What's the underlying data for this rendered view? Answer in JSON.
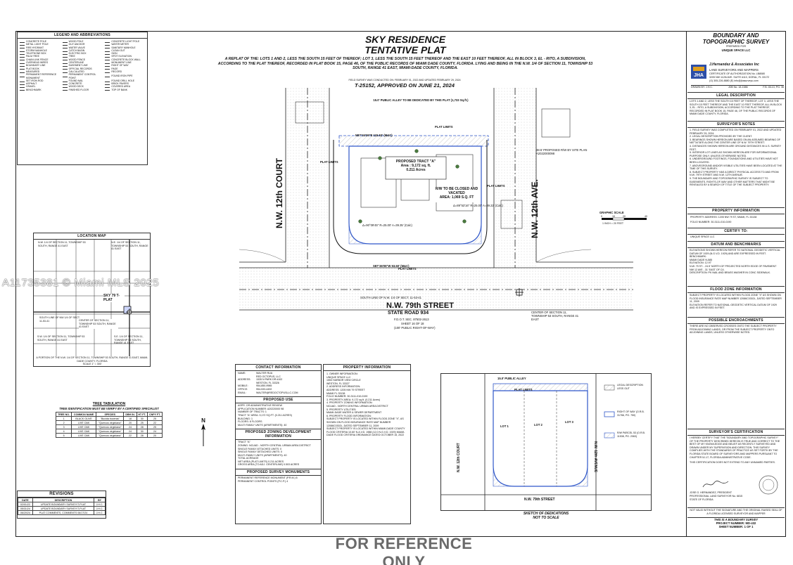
{
  "title": {
    "line1": "SKY RESIDENCE",
    "line2": "TENTATIVE PLAT",
    "subtitle": "A REPLAT OF THE: LOTS 1 AND 2, LESS THE SOUTH 15 FEET OF THEREOF; LOT 3, LESS THE SOUTH 15 FEET THEREOF AND THE EAST 10 FEET THEREOF, ALL IN BLOCK 3, EL - RITO, A SUBDIVISION, ACCORDING TO THE PLAT THEREOF, RECORDED IN PLAT BOOK 15, PAGE 46, OF THE PUBLIC RECORDS OF MIAMI DADE COUNTY, FLORIDA. LYING AND BEING IN THE N.W. 1/4 OF SECTION 11, TOWNSHIP 53 SOUTH, RANGE 41 EAST, MIAMI-DADE COUNTY, FLORIDA.",
    "field_note": "FIELD SURVEY WAS CONDUCTED ON: FEBRUARY 01, 2022 AND UPDATED FEBRUARY 29, 2024",
    "approved": "T-25152, APPROVED ON JUNE 21, 2024"
  },
  "footer": {
    "reference": "FOR REFERENCE ONLY",
    "watermark": "A11735381 © Miami MLS 2025"
  },
  "legend": {
    "title": "LEGEND AND ABBREVIATIONS",
    "items": [
      "CONCRETE POLE",
      "WOOD POLE",
      "CONCRETE LIGHT POLE",
      "METAL LIGHT POLE",
      "GUY ANCHOR",
      "WATER METER",
      "FIRE HYDRANT",
      "WATER VALVE",
      "SANITARY MANHOLE",
      "STORM MANHOLE",
      "CATCH BASIN",
      "CLEAN OUT",
      "TELEPHONE BOX",
      "ELECTRIC BOX",
      "SIGN",
      "PALM TREE",
      "TREE",
      "SPOT ELEVATION",
      "CHAIN LINK FENCE",
      "WOOD FENCE",
      "CONCRETE BLOCK WALL",
      "OVERHEAD WIRES",
      "CENTERLINE",
      "MONUMENT LINE",
      "BOUNDARY LINE",
      "EASEMENT LINE",
      "RIGHT OF WAY",
      "PLAT BOOK",
      "OFFICIAL RECORDS",
      "PAGE",
      "MEASURED",
      "CALCULATED",
      "RECORD",
      "PERMANENT REFERENCE MONUMENT",
      "PERMANENT CONTROL POINT",
      "FOUND IRON PIPE",
      "SET IRON ROD",
      "FOUND NAIL",
      "FOUND DRILL HOLE",
      "ASPHALT",
      "CONCRETE",
      "BRICK PAVERS",
      "GRAVEL",
      "WOOD DECK",
      "COVERED AREA",
      "BENCHMARK",
      "FINISHED FLOOR",
      "TOP OF BANK"
    ]
  },
  "location_map": {
    "title": "LOCATION MAP",
    "labels": [
      "N.W. 1/4 OF SECTION 11, TOWNSHIP 53 SOUTH, RANGE 41 EAST",
      "N.E. 1/4 OF SECTION 11, TOWNSHIP 53 SOUTH, RANGE 41 EAST",
      "SKY 79 T-PLAT",
      "S.W. 1/4 OF SECTION 11, TOWNSHIP 53 SOUTH, RANGE 41 EAST",
      "S.E. 1/4 OF SECTION 11, TOWNSHIP 53 SOUTH, RANGE 41 EAST",
      "CENTER OF SECTION 11, TOWNSHIP 53 SOUTH, RANGE 41 EAST",
      "SOUTH LINE OF NW 1/4 OF SECT. 11-53-41"
    ],
    "caption": "A PORTION OF THE N.W. 1/4 OF SECTION 11, TOWNSHIP 53 SOUTH, RANGE 41 EAST, MIAMI-DADE COUNTY, FLORIDA",
    "scale": "SCALE 1\" = 300'"
  },
  "tree_table": {
    "title": "TREE TABULATION",
    "note": "TREE IDENTIFICATION MUST BE VERIFY BY A CERTIFIED SPECIALIST",
    "headers": [
      "TREE NO.",
      "COMMON NAME",
      "SPECIES",
      "DBH IN.",
      "HT FT.",
      "CNPY FT."
    ],
    "rows": [
      [
        "1",
        "BLACK OLIVE",
        "\"Bucida buceras\"",
        "18",
        "30",
        "25"
      ],
      [
        "2",
        "LIVE OAK",
        "\"Quercus virginiana\"",
        "20",
        "25",
        "22"
      ],
      [
        "3",
        "LIVE OAK",
        "\"Quercus virginiana\"",
        "24",
        "28",
        "25"
      ],
      [
        "4",
        "LIVE OAK",
        "\"Quercus virginiana\"",
        "24",
        "30",
        "24"
      ],
      [
        "5",
        "LIVE OAK",
        "\"Quercus virginiana\"",
        "22",
        "28",
        "20"
      ]
    ]
  },
  "revisions": {
    "title": "REVISIONS",
    "headers": [
      "DATE",
      "DESCRIPTION",
      "BY"
    ],
    "rows": [
      [
        "02/01/22",
        "UPDATE BOUNDARY SURVEY/T-PLAT",
        "J.H.C."
      ],
      [
        "05/31/24",
        "UPDATE BOUNDARY SURVEY/T-PLAT",
        "J.H.C."
      ],
      [
        "06/20/24",
        "PLAT COMMENTS, COMMENTS 06/17/24",
        "J.H.C."
      ]
    ]
  },
  "contact": {
    "title": "CONTACT INFORMATION",
    "rows": [
      [
        "NAME:",
        "WALTER RUA"
      ],
      [
        "",
        "RED OCTOPUS, LLC"
      ],
      [
        "ADDRESS:",
        "1535 N PARK DR #102"
      ],
      [
        "",
        "WESTON, FL 33326"
      ],
      [
        "MOBILE:",
        "954-850-9985"
      ],
      [
        "OFFICE:",
        "954-533-4492"
      ],
      [
        "EMAIL:",
        "WALTER@REDOCTOPUSLLC.COM"
      ]
    ]
  },
  "proposed_use": {
    "title": "PROPOSED USE",
    "lines": [
      "ASPR. OR ADMINISTRATIVE REVIEW",
      "APPLICATION NUMBER: A20220000 98",
      "NUMBER OF TRACTS: 1",
      "TRACT \"A\" AREA: 9,172 SQ.FT. (0.211 ACRES)",
      "BUILDING: 1",
      "FLOORS: 8 FLOORS",
      "MULTI FAMILY UNITS (APARTMENTS): 40"
    ]
  },
  "zoning": {
    "title": "PROPOSED ZONING DEVELOPMENT INFORMATION",
    "lines": [
      "TRACT \"A\"",
      "ZONING: NCUAD - NORTH CENTRAL URBAN AREA DISTRICT",
      "SINGLE FAMILY ATTACHED UNITS: 0",
      "SINGLE FAMILY DETACHED UNITS: 0",
      "MULTI-FAMILY UNITS (APARTMENTS): 40",
      "TOTAL ACREAGE",
      "NET AREA (PLAT LIMITS) 0.211 ACRES",
      "GROSS AREA (TO ADJ. CENTERLINE) 0.503 ACRES"
    ]
  },
  "monuments": {
    "title": "PROPOSED SURVEY MONUMENTS",
    "lines": [
      "PERMANENT REFERENCE MONUMENT (P.R.M.) 6",
      "PERMANENT CONTROL POINTS (P.C.P.) 4"
    ]
  },
  "property_info": {
    "title": "PROPERTY INFORMATION",
    "lines": [
      "1. OWNER INFORMATION:",
      "UNIQUE SPACE LLC",
      "1553 HARBOR VIEW CIRCLE",
      "WESTON, FL 33327",
      "2. ADDRESS INFORMATION:",
      "ADDRESS: 1205 NW 79 STREET",
      "MIAMI FL 33138",
      "FOLIO NUMBER: 30-3111-010-0190",
      "3. PROPERTY AREA: 9,172 sq.ft. (0.211 Acres)",
      "4. PROPERTY ZONING INFORMATION:",
      "NCUAD - NORTH CENTRAL URBAN AREA DISTRICT",
      "5. PROPERTY UTILITIES:",
      "MIAMI-DADE WATER & SEWER DEPARTMENT",
      "6. PROPERTY FLOOD INFORMATION:",
      "SUBJECT PROPERTY IS LOCATED WITHIN FLOOD ZONE \"X\", AS SHOWN ON FLOOD INSURANCE RATE MAP NUMBER 12086C0302L, DATED SEPTEMBER 11, 2009",
      "SUBJECT PROPERTY IS LOCATED WITHIN MIAMI-DADE COUNTY FLOOD CRITERIA 10.60' N.A.V.D. 1988 (12.0 N.G.V.D. 1929) MIAMI-DADE FLOOD CRITERIA ORDINANCE DATED OCTOBER 15, 2022"
    ]
  },
  "dedications": {
    "caption1": "SKETCH OF DEDICATIONS",
    "caption2": "NOT TO SCALE",
    "labels": [
      "15.0' PUBLIC ALLEY",
      "PLAT LIMITS",
      "LOT 1",
      "LOT 2",
      "LOT 3",
      "N.W. 12th COURT",
      "N.W. 12th AVENUE",
      "N.W. 79th STREET",
      "LEGAL DESCRIPTION LESS OUT",
      "RIGHT OF WAY (O.R.B. 31766, PG. 750)",
      "R/W PARCEL 53 (O.R.B. 11538, PG. 2063)"
    ]
  },
  "plat": {
    "tract_label": "PROPOSED TRACT \"A\"",
    "tract_area": "Area : 9,172 sq. ft.",
    "tract_acres": "0.211 Acres",
    "rw_label": "R/W TO BE CLOSED AND VACATED",
    "rw_area": "AREA: 1,069 S.Q. FT",
    "alley_label": "15.0' PUBLIC ALLEY TO BE DEDICATED BY THIS PLAT (1,733 Sq.ft.)",
    "street_south": "N.W. 79th STREET",
    "state_road": "STATE ROAD 934",
    "fdot": "F.D.O.T. SEC. 87502-2613",
    "sheet_ref": "SHEET 16 OF 18",
    "row_width": "(100' PUBLIC RIGHT-OF-WAY)",
    "street_west": "N.W. 12th COURT",
    "street_east": "N.W. 12th AVE.",
    "plat_limits": "PLAT LIMITS",
    "bearing_top": "N87°34'36\"E 115.52' (M&C)",
    "bearing_bottom": "S87°36'05\"W 93.50' (M&C)",
    "proposed_rw": "38.5' PROPOSED R/W BY SITE PLAN A2022000098",
    "curve_west": "Δ=90°09'45\" R=25.00' A=39.35' (Calc)",
    "curve_east": "Δ=89°53'16\" R=25.00' A=39.22' (Calc)",
    "south_line": "SOUTH LINE OF N.W. 1/4 OF SECT. 11-53-41",
    "center_sect": "CENTER OF SECTION 11, TOWNSHIP 53 SOUTH, RANGE 41 EAST",
    "graphic_scale": "GRAPHIC SCALE",
    "scale_text": "1 INCH = 20 FEET",
    "scale_ticks": [
      "0",
      "10",
      "20",
      "40"
    ]
  },
  "title_block": {
    "heading1": "BOUNDARY AND",
    "heading2": "TOPOGRAPHIC SURVEY",
    "prepared_for": "PREPARED FOR",
    "client": "UNIQUE SPACE LLC",
    "company": "J.Hernandez & Associates Inc",
    "company_sub": "LAND SURVEYORS AND MAPPERS",
    "cert": "CERTIFICATE OF AUTHORIZATION No. LB8080",
    "address": "3205 NW 112th AVE. SUITE #110, DORAL, FL 33172",
    "phone": "(O) 305-226-8880 (E) info@jhasurveys.com",
    "drawn": "DRAWN BY: J.H.C.",
    "job": "JOB No. 18-1586",
    "fb": "F.B. 45-13, PG. 36"
  },
  "legal_description": {
    "title": "LEGAL DESCRIPTION",
    "text": "LOTS 1 AND 2, LESS THE SOUTH 15 FEET OF THEREOF; LOT 3, LESS THE SOUTH 15 FEET THEREOF AND THE EAST 10 FEET THEREOF, ALL IN BLOCK 3, EL - RITO, A SUBDIVISION, ACCORDING TO THE PLAT THEREOF, RECORDED IN PLAT BOOK 15, PAGE 46, OF THE PUBLIC RECORDS OF MIAMI DADE COUNTY, FLORIDA."
  },
  "surveyor_notes": {
    "title": "SURVEYOR'S NOTES",
    "items": [
      "1. FIELD SURVEY WAS COMPLETED ON FEBRUARY 01, 2022 AND UPDATED FEBRUARY 29, 2024.",
      "2. LEGAL DESCRIPTION PROVIDED BY THE CLIENT.",
      "3. BEARINGS SHOWN HEREON ARE BASED ON AN ASSUMED BEARING OF N87°34'36\"E ALONG THE CENTER LINE OF N.W. 79TH STREET.",
      "4. DISTANCES SHOWN HEREON ARE GROUND DISTANCES IN U.S. SURVEY FEET.",
      "5. INTERIOR LOT LINES AS SHOWN HEREON ARE FOR INFORMATIONAL PURPOSE ONLY, UNLESS OTHERWISE NOTED.",
      "6. UNDERGROUND FOOTINGS, FOUNDATIONS AND UTILITIES HAVE NOT BEEN LOCATED.",
      "7. ABOVEGROUND AND/OR VISIBLE UTILITIES HAVE BEEN LOCATED AT THE TIME OF THIS SURVEY.",
      "8. SUBJECT PROPERTY HAS A DIRECT PHYSICAL ACCESS TO AND FROM N.W. 79TH STREET AND N.W. 12TH AVENUE.",
      "9. THE BOUNDARY AND TOPOGRAPHIC SURVEY IS SUBJECT TO EASEMENTS, RIGHTS-OF-WAY AND OTHER MATTERS THAT MIGHT BE REVEALED BY A SEARCH OF TITLE OF THE SUBJECT PROPERTY."
    ]
  },
  "property_box": {
    "title": "PROPERTY INFORMATION",
    "address": "PROPERTY ADDRESS: 1205 NW 79 ST, MIAMI, FL 33138",
    "folio": "FOLIO NUMBER: 30-3111-010-0190"
  },
  "certify": {
    "title": "CERTIFY TO:",
    "name": "UNIQUE SPACE LLC"
  },
  "datum": {
    "title": "DATUM AND BENCHMARKS",
    "lines": [
      "ELEVATIONS SHOWN HEREON REFER TO NATIONAL GEODETIC VERTICAL DATUM OF 1929 (N.G.V.D. 1929) AND ARE EXPRESSED IN FEET.",
      "BENCHMARK:",
      "MIAMI DADE N-585",
      "ELEVATION: 12.97'",
      "N.W. 79 ST. - 24.5' NORTH OF PROJECTED NORTH EDGE OF PAVEMENT",
      "NW 12 AVE - 31' EAST OF C/L",
      "DESCRIPTION: PK NAIL AND BRASS WASHER IN CONC SIDEWALK."
    ]
  },
  "flood": {
    "title": "FLOOD ZONE INFORMATION",
    "lines": [
      "SUBJECT PROPERTY IS LOCATED WITHIN FLOOD ZONE \"X\" AS SHOWN ON FLOOD INSURANCE RATE MAP NUMBER 12086C0302L, DATED SEPTEMBER 11, 2009",
      "ELEVATION REFER TO NATIONAL GEODETIC VERTICAL DATUM OF 1929 AND IS EXPRESSED IN FEET."
    ]
  },
  "encroach": {
    "title": "POSSIBLE ENCROACHMENTS",
    "text": "THERE ARE NO OBSERVED CROSSES ONTO THE SUBJECT PROPERTY FROM ADJOINING LANDS, OR FROM THE SUBJECT PROPERTY ONTO ADJOINING LANDS, UNLESS OTHERWISE NOTED."
  },
  "certification": {
    "title": "SURVEYOR'S CERTIFICATION",
    "text": "I HEREBY CERTIFY THAT THE \"BOUNDARY AND TOPOGRAPHIC SURVEY\" OF THE PROPERTY DESCRIBED HEREON IS TRUE AND CORRECT TO THE BEST OF MY KNOWLEDGE AND BELIEF AS RECENTLY SURVEYED AND DRAWN UNDER MY SUPERVISION AND DIRECTION. THIS SURVEY COMPLIES WITH THE STANDARDS OF PRACTICE AS SET FORTH BY THE FLORIDA STATE BOARD OF SURVEYORS AND MAPPERS PURSUANT TO CHAPTER 5J-17, FLORIDA ADMINISTRATIVE CODE.",
    "note": "THIS CERTIFICATION DOES NOT EXTEND TO ANY UNNAMED PARTIES.",
    "surveyor": "JOSE G. HERNANDEZ, PRESIDENT",
    "license": "PROFESSIONAL LAND SURVEYOR No. 6815",
    "state": "STATE OF FLORIDA"
  },
  "sheet_footer": {
    "validity": "NOT VALID WITHOUT THE SIGNATURE AND THE ORIGINAL RAISED SEAL OF A FLORIDA LICENSED SURVEYOR AND MAPPER",
    "boundary": "THIS IS A BOUNDARY SURVEY",
    "project": "PROJECT NUMBER: MD-432",
    "sheet": "SHEET NUMBER: 1 OF 1"
  },
  "north": "N"
}
